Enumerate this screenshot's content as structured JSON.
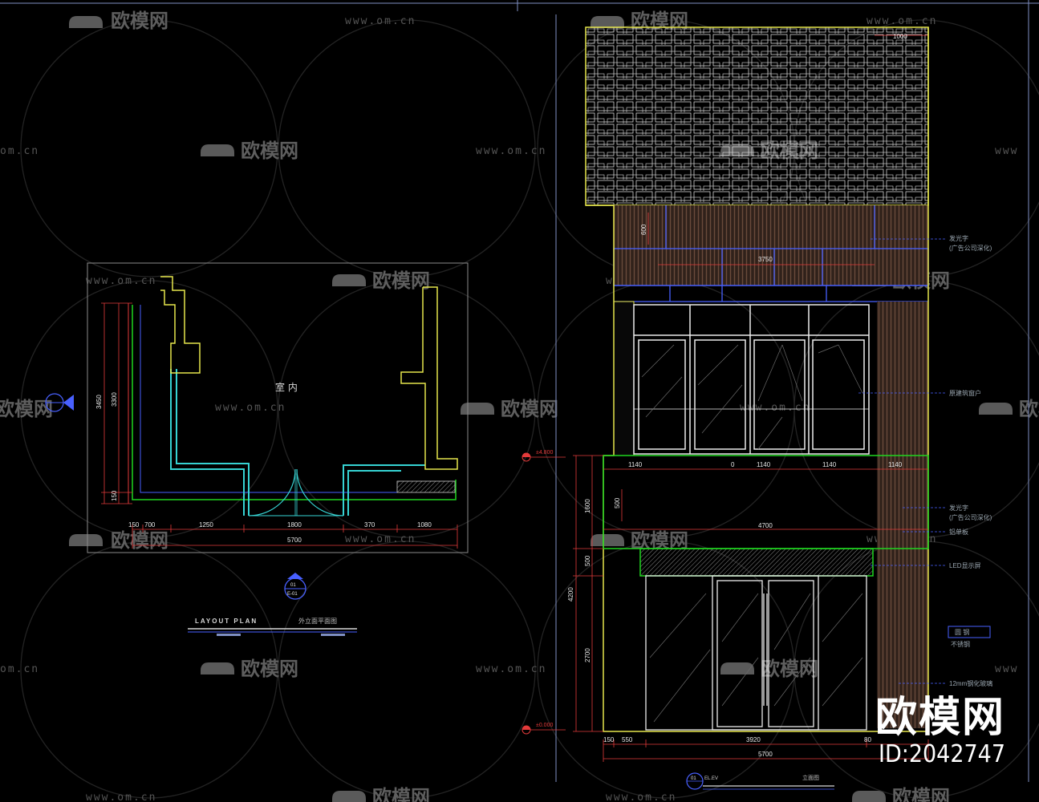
{
  "watermark": {
    "brand_text": "欧模网",
    "url_text": "www.om.cn",
    "url_cut_left": "om.cn",
    "url_cut_right": "www"
  },
  "plan": {
    "room_label": "室 内",
    "title": "LAYOUT PLAN",
    "subtitle": "外立面平面图",
    "bubble_top": "01",
    "bubble_bottom": "E-01",
    "dims": {
      "total": "5700",
      "d150": "150",
      "d700": "700",
      "d1250": "1250",
      "d1800": "1800",
      "d370": "370",
      "d1080": "1080",
      "v3450": "3450",
      "v3300": "3300",
      "v150": "150"
    }
  },
  "elevation": {
    "dims": {
      "top1000": "1000",
      "v600": "600",
      "w3750": "3750",
      "s1140a": "1140",
      "s0": "0",
      "s1140b": "1140",
      "s1140c": "1140",
      "s1140d": "1140",
      "v1600": "1600",
      "v500a": "500",
      "w4700": "4700",
      "v500b": "500",
      "v4200": "4200",
      "v2700": "2700",
      "b150": "150",
      "b550": "550",
      "b3920": "3920",
      "b80": "80",
      "btotal": "5700"
    },
    "notes": {
      "n1": "发光字",
      "n1b": "(广告公司深化)",
      "n2": "原建筑窗户",
      "n3": "发光字",
      "n3b": "(广告公司深化)",
      "n4": "铝单板",
      "n5": "LED显示屏",
      "n6": "圆 钢",
      "n7": "不锈钢",
      "n8": "12mm钢化玻璃"
    },
    "levels": {
      "top": "±4.800",
      "bottom": "±0.000"
    },
    "title_small": "立面图",
    "bubble_top": "01",
    "bubble_text": "EL.EV"
  },
  "brand": {
    "name": "欧模网",
    "id": "ID:2042747"
  },
  "colors": {
    "background": "#000000",
    "yellow": "#e6e64c",
    "cyan": "#36d3d3",
    "green": "#1fd61f",
    "red": "#e23a3a",
    "blue": "#4860ff",
    "white": "#f2f2f2",
    "frame": "#7f8fc4"
  }
}
